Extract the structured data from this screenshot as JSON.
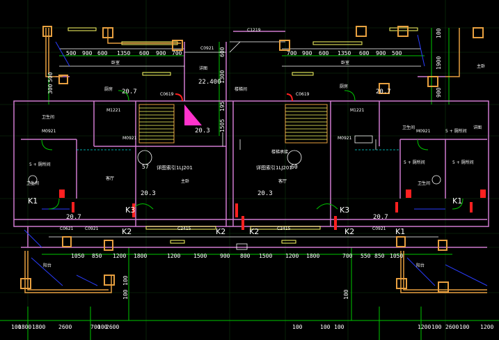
{
  "labels": {
    "top_dim_left": [
      "500",
      "900",
      "600",
      "1350",
      "600",
      "900",
      "700"
    ],
    "top_dim_right": [
      "700",
      "900",
      "600",
      "1350",
      "600",
      "900",
      "500"
    ],
    "right_dims": [
      "100",
      "1900",
      "900"
    ],
    "left_side_dims": [
      "300",
      "500"
    ],
    "mid_dims": [
      "600",
      "1300",
      "195",
      "1505"
    ],
    "bottom_dims": [
      "1050",
      "850",
      "1200",
      "1800",
      "1200",
      "1500",
      "900",
      "800",
      "1500",
      "1200",
      "1800",
      "700",
      "550",
      "850",
      "1050"
    ],
    "bottom_row": [
      "100",
      "1800",
      "1800",
      "2600",
      "700",
      "100",
      "2600",
      "100",
      "100",
      "100",
      "1200",
      "100",
      "2600",
      "100",
      "1200"
    ],
    "bottom_side": [
      "100",
      "100",
      "100"
    ],
    "room_numbers": [
      "57",
      "60"
    ],
    "areas": [
      "20.7",
      "20.3",
      "20.3",
      "20.7",
      "20.7",
      "20.3",
      "22.400",
      "20.7"
    ],
    "k_labels": [
      "K1",
      "K3",
      "K2",
      "K2",
      "K2",
      "K2",
      "K1",
      "K3",
      "K1"
    ],
    "small_tags": [
      "C1219",
      "C0921",
      "C0621",
      "M1221",
      "M1221",
      "M0921",
      "M0921",
      "M0921",
      "M0921",
      "C2415",
      "C2415",
      "C0921",
      "C0921",
      "C0619",
      "C0619"
    ],
    "room_names": [
      "卧室",
      "卧室",
      "卫生间",
      "卫生间",
      "卫生间",
      "卫生间",
      "厨房",
      "厨房",
      "阳台",
      "阳台",
      "客厅",
      "客厅",
      "主卧",
      "主卧",
      "楼梯间",
      "5 + 厕所间",
      "5 + 厕所间",
      "5 + 厕所间",
      "5 + 厕所间",
      "详图",
      "楼梯承接",
      "详图"
    ],
    "detail_refs": [
      "详图索引1LJ201",
      "详图索引1LJ201"
    ]
  },
  "colors": {
    "wall": "#d07ad0",
    "dim_green": "#00c800",
    "window": "#ffff66",
    "column_orange": "#e8a040",
    "blue": "#2a3dff",
    "red": "#ff2020",
    "cyan": "#00e0e0",
    "stair": "#e8a040"
  }
}
